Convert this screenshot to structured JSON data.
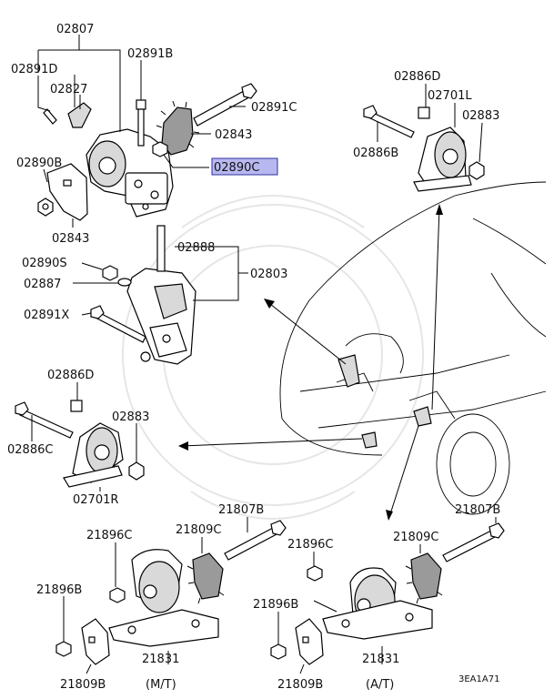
{
  "labels": {
    "l_02807": "02807",
    "l_02891D": "02891D",
    "l_02827": "02827",
    "l_02891B": "02891B",
    "l_02891C": "02891C",
    "l_02843_top": "02843",
    "l_02890C": "02890C",
    "l_02890B": "02890B",
    "l_02843_left": "02843",
    "l_02888": "02888",
    "l_02890S": "02890S",
    "l_02803": "02803",
    "l_02887": "02887",
    "l_02891X": "02891X",
    "l_02886D_top": "02886D",
    "l_02701L": "02701L",
    "l_02883_top": "02883",
    "l_02886B": "02886B",
    "l_02886D_left": "02886D",
    "l_02883_left": "02883",
    "l_02886C": "02886C",
    "l_02701R": "02701R",
    "l_21807B_mid": "21807B",
    "l_21807B_right": "21807B",
    "l_21896C_left": "21896C",
    "l_21809C_left": "21809C",
    "l_21896C_right": "21896C",
    "l_21809C_right": "21809C",
    "l_21896B_left": "21896B",
    "l_21896B_right": "21896B",
    "l_21831_left": "21831",
    "l_21831_right": "21831",
    "l_21809B_left": "21809B",
    "l_21809B_right": "21809B",
    "l_mt": "(M/T)",
    "l_at": "(A/T)",
    "l_code": "3EA1A71"
  },
  "highlight_color": "#b8b8f0",
  "highlight_border": "#3030a0"
}
